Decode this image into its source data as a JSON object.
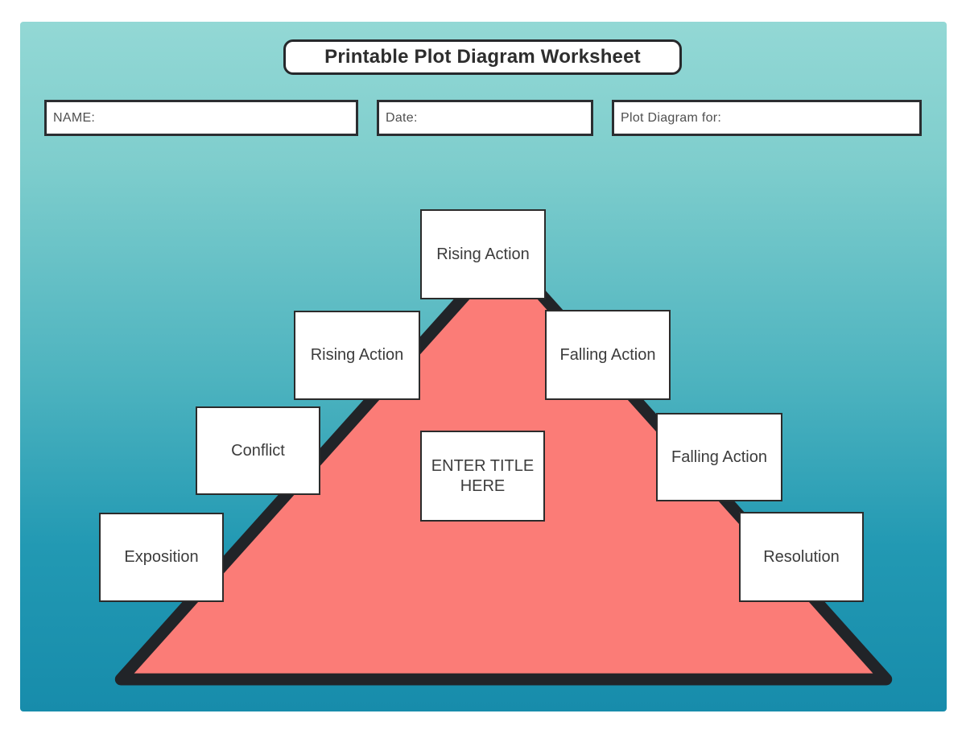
{
  "title_banner": {
    "text": "Printable Plot Diagram Worksheet"
  },
  "header_fields": {
    "name": {
      "label": "NAME:"
    },
    "date": {
      "label": "Date:"
    },
    "plot_for": {
      "label": "Plot Diagram for:"
    }
  },
  "diagram": {
    "nodes": {
      "rising_action_top": "Rising Action",
      "rising_action_left": "Rising Action",
      "falling_action_upper": "Falling Action",
      "conflict": "Conflict",
      "falling_action_lower": "Falling Action",
      "exposition": "Exposition",
      "resolution": "Resolution",
      "center_title": "ENTER TITLE HERE"
    }
  },
  "colors": {
    "canvas_gradient_top": "#93d8d5",
    "canvas_gradient_bottom": "#178cab",
    "triangle_fill": "#fb7c77",
    "triangle_stroke": "#212428",
    "box_border": "#2b2b2b"
  }
}
